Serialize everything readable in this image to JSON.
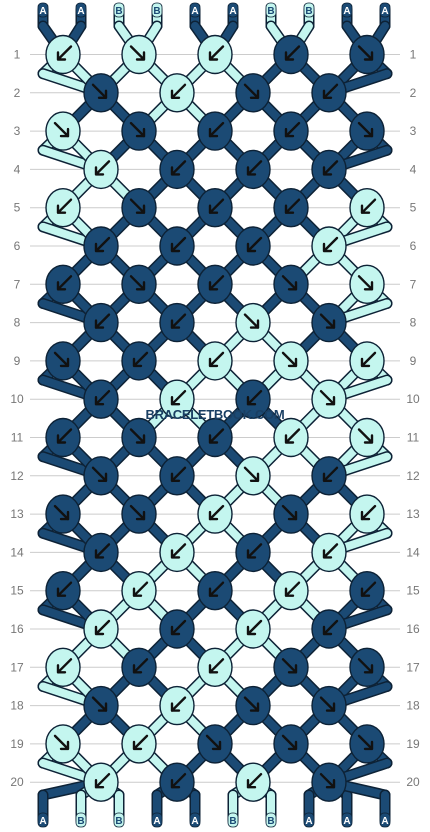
{
  "colors": {
    "A": "#1b4a74",
    "B": "#c4f6ef",
    "outline": "#0d2236",
    "grid": "#cccccc",
    "arrow": "#111111"
  },
  "strands_top": [
    "A",
    "A",
    "B",
    "B",
    "A",
    "A",
    "B",
    "B",
    "A",
    "A"
  ],
  "strands_bottom": [
    "A",
    "B",
    "B",
    "A",
    "A",
    "B",
    "B",
    "A",
    "A",
    "A"
  ],
  "row_numbers": [
    "1",
    "2",
    "3",
    "4",
    "5",
    "6",
    "7",
    "8",
    "9",
    "10",
    "11",
    "12",
    "13",
    "14",
    "15",
    "16",
    "17",
    "18",
    "19",
    "20"
  ],
  "watermark": "BRACELETBOOK.COM",
  "knots": [
    [
      [
        "B",
        "SW"
      ],
      [
        "B",
        "SE"
      ],
      [
        "B",
        "SW"
      ],
      [
        "A",
        "SW"
      ],
      [
        "A",
        "SE"
      ]
    ],
    [
      [
        "A",
        "SE"
      ],
      [
        "B",
        "SW"
      ],
      [
        "A",
        "SE"
      ],
      [
        "A",
        "SW"
      ]
    ],
    [
      [
        "B",
        "SE"
      ],
      [
        "A",
        "SE"
      ],
      [
        "A",
        "SW"
      ],
      [
        "A",
        "SW"
      ],
      [
        "A",
        "SE"
      ]
    ],
    [
      [
        "B",
        "SW"
      ],
      [
        "A",
        "SW"
      ],
      [
        "A",
        "SW"
      ],
      [
        "A",
        "SW"
      ]
    ],
    [
      [
        "B",
        "SW"
      ],
      [
        "A",
        "SE"
      ],
      [
        "A",
        "SW"
      ],
      [
        "A",
        "SW"
      ],
      [
        "B",
        "SW"
      ]
    ],
    [
      [
        "A",
        "SW"
      ],
      [
        "A",
        "SW"
      ],
      [
        "A",
        "SW"
      ],
      [
        "B",
        "SW"
      ]
    ],
    [
      [
        "A",
        "SW"
      ],
      [
        "A",
        "SE"
      ],
      [
        "A",
        "SW"
      ],
      [
        "A",
        "SE"
      ],
      [
        "B",
        "SE"
      ]
    ],
    [
      [
        "A",
        "SW"
      ],
      [
        "A",
        "SW"
      ],
      [
        "B",
        "SE"
      ],
      [
        "A",
        "SE"
      ]
    ],
    [
      [
        "A",
        "SE"
      ],
      [
        "A",
        "SW"
      ],
      [
        "B",
        "SW"
      ],
      [
        "B",
        "SE"
      ],
      [
        "B",
        "SW"
      ]
    ],
    [
      [
        "A",
        "SW"
      ],
      [
        "B",
        "SW"
      ],
      [
        "A",
        "SW"
      ],
      [
        "B",
        "SE"
      ]
    ],
    [
      [
        "A",
        "SW"
      ],
      [
        "A",
        "SE"
      ],
      [
        "A",
        "SW"
      ],
      [
        "B",
        "SW"
      ],
      [
        "B",
        "SE"
      ]
    ],
    [
      [
        "A",
        "SE"
      ],
      [
        "A",
        "SW"
      ],
      [
        "B",
        "SE"
      ],
      [
        "A",
        "SW"
      ]
    ],
    [
      [
        "A",
        "SE"
      ],
      [
        "A",
        "SE"
      ],
      [
        "B",
        "SW"
      ],
      [
        "A",
        "SE"
      ],
      [
        "B",
        "SW"
      ]
    ],
    [
      [
        "A",
        "SW"
      ],
      [
        "B",
        "SW"
      ],
      [
        "A",
        "SW"
      ],
      [
        "B",
        "SW"
      ]
    ],
    [
      [
        "A",
        "SW"
      ],
      [
        "B",
        "SW"
      ],
      [
        "A",
        "SW"
      ],
      [
        "B",
        "SW"
      ],
      [
        "A",
        "SW"
      ]
    ],
    [
      [
        "B",
        "SW"
      ],
      [
        "A",
        "SW"
      ],
      [
        "B",
        "SW"
      ],
      [
        "A",
        "SW"
      ]
    ],
    [
      [
        "B",
        "SW"
      ],
      [
        "A",
        "SW"
      ],
      [
        "B",
        "SW"
      ],
      [
        "A",
        "SE"
      ],
      [
        "A",
        "SE"
      ]
    ],
    [
      [
        "A",
        "SE"
      ],
      [
        "B",
        "SW"
      ],
      [
        "A",
        "SE"
      ],
      [
        "A",
        "SE"
      ]
    ],
    [
      [
        "B",
        "SE"
      ],
      [
        "B",
        "SW"
      ],
      [
        "A",
        "SE"
      ],
      [
        "A",
        "SE"
      ],
      [
        "A",
        "SE"
      ]
    ],
    [
      [
        "B",
        "SW"
      ],
      [
        "A",
        "SW"
      ],
      [
        "B",
        "SW"
      ],
      [
        "A",
        "SE"
      ]
    ]
  ]
}
